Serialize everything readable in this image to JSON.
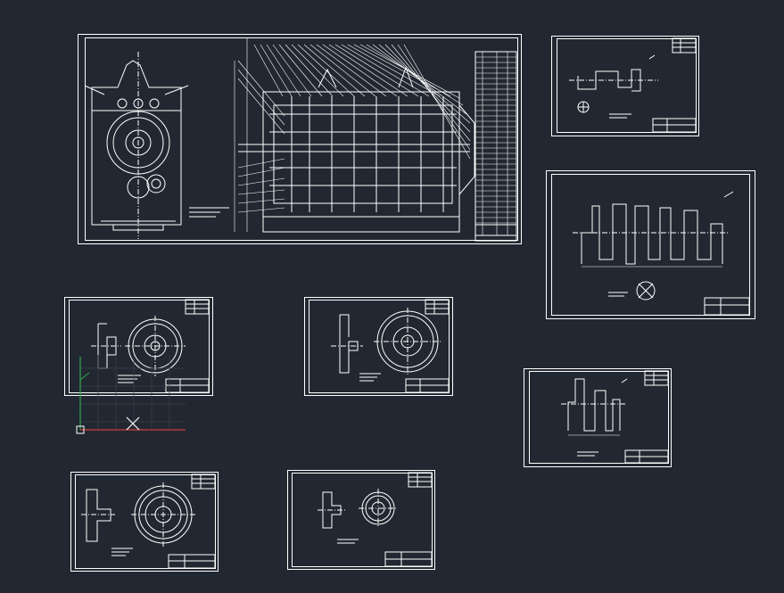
{
  "app": {
    "background": "#222831",
    "line_color": "#ffffff"
  },
  "sheets": [
    {
      "id": "assembly-drawing"
    },
    {
      "id": "shaft-part-small"
    },
    {
      "id": "stepped-shaft-drawing"
    },
    {
      "id": "gear-drawing-1"
    },
    {
      "id": "gear-drawing-2"
    },
    {
      "id": "shaft-drawing-2"
    },
    {
      "id": "gear-drawing-3"
    },
    {
      "id": "gear-drawing-4"
    }
  ],
  "viewport": {
    "ucs_x_color": "#d23a3a",
    "ucs_y_color": "#2fa84f",
    "grid_color": "#3a404a",
    "cursor_icon": "crosshair-cursor-icon"
  }
}
